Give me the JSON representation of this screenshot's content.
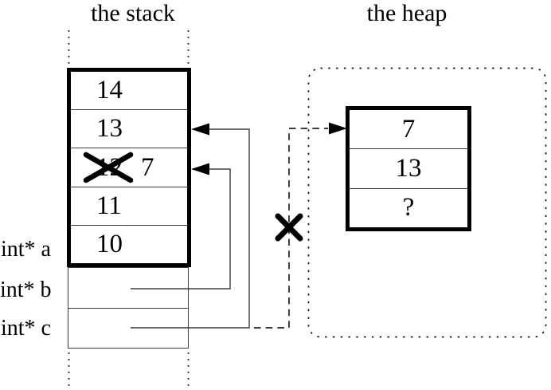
{
  "titles": {
    "stack": "the stack",
    "heap": "the heap"
  },
  "stack": {
    "frame_cells": [
      {
        "value": "14"
      },
      {
        "value": "13"
      },
      {
        "value": "12",
        "crossed_out": true,
        "new_value": "7"
      },
      {
        "value": "11"
      },
      {
        "value": "10"
      }
    ],
    "pointer_labels": [
      "int* a",
      "int* b",
      "int* c"
    ]
  },
  "heap": {
    "cells": [
      {
        "value": "7"
      },
      {
        "value": "13"
      },
      {
        "value": "?"
      }
    ]
  },
  "colors": {
    "ink": "#000000",
    "thin_line": "#3d3d3d",
    "background": "#ffffff"
  }
}
